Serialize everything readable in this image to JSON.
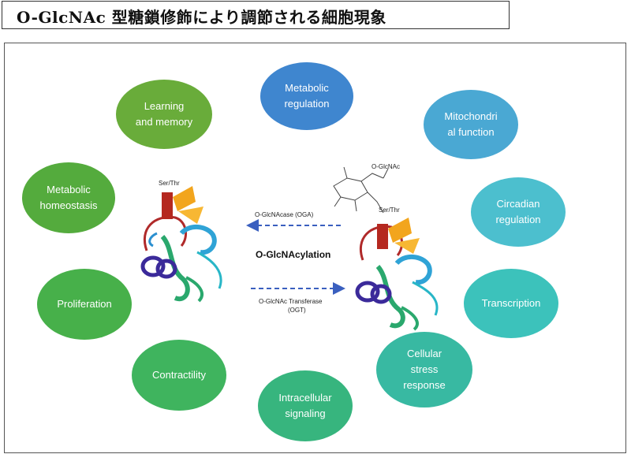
{
  "title": "O-GlcNAc 型糖鎖修飾により調節される細胞現象",
  "center_label": "O-GlcNAcylation",
  "enzymes": {
    "removal": "O-GlcNAcase (OGA)",
    "addition_line1": "O-GlcNAc Transferase",
    "addition_line2": "(OGT)"
  },
  "structure_labels": {
    "left_residue": "Ser/Thr",
    "right_residue": "Ser/Thr",
    "sugar": "O-GlcNAc"
  },
  "phenomena": [
    {
      "label": "Metabolic\nregulation",
      "color": "#3f86cf"
    },
    {
      "label": "Mitochondri\nal function",
      "color": "#4aa8d3"
    },
    {
      "label": "Circadian\nregulation",
      "color": "#4cbfce"
    },
    {
      "label": "Transcription",
      "color": "#3cc2bb"
    },
    {
      "label": "Cellular\nstress\nresponse",
      "color": "#38b9a2"
    },
    {
      "label": "Intracellular\nsignaling",
      "color": "#37b57e"
    },
    {
      "label": "Contractility",
      "color": "#3fb45e"
    },
    {
      "label": "Proliferation",
      "color": "#47b04a"
    },
    {
      "label": "Metabolic\nhomeostasis",
      "color": "#54ab3d"
    },
    {
      "label": "Learning\nand memory",
      "color": "#69ac3a"
    }
  ]
}
